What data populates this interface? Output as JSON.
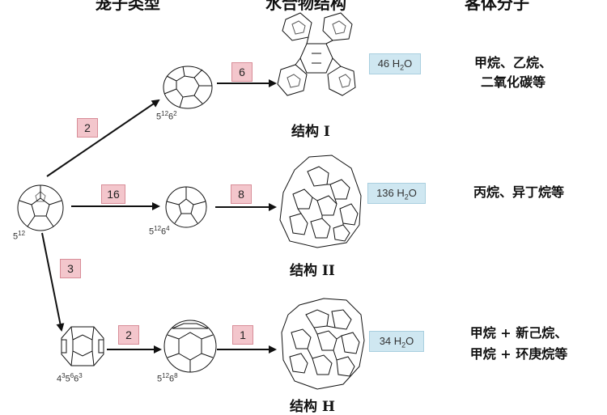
{
  "headers": {
    "cage_type": "笼子类型",
    "hydrate_structure": "水合物结构",
    "guest_molecule": "客体分子"
  },
  "cages": {
    "small": {
      "base": "5",
      "sup": "12"
    },
    "row1": {
      "base": "5",
      "sup1": "12",
      "mid": "6",
      "sup2": "2"
    },
    "row2": {
      "base": "5",
      "sup1": "12",
      "mid": "6",
      "sup2": "4"
    },
    "row3a": {
      "b1": "4",
      "s1": "3",
      "b2": "5",
      "s2": "6",
      "b3": "6",
      "s3": "3"
    },
    "row3b": {
      "base": "5",
      "sup1": "12",
      "mid": "6",
      "sup2": "8"
    }
  },
  "badges": {
    "b_2_top": "2",
    "b_16": "16",
    "b_3": "3",
    "b_6": "6",
    "b_8": "8",
    "b_2_bottom": "2",
    "b_1": "1"
  },
  "water": {
    "s1": {
      "num": "46 H",
      "sub": "2",
      "tail": "O"
    },
    "s2": {
      "num": "136 H",
      "sub": "2",
      "tail": "O"
    },
    "s3": {
      "num": "34 H",
      "sub": "2",
      "tail": "O"
    }
  },
  "structures": {
    "s1": "结构 I",
    "s2": "结构 II",
    "s3": "结构 H"
  },
  "guests": {
    "s1_line1": "甲烷、乙烷、",
    "s1_line2": "二氧化碳等",
    "s2_line1": "丙烷、异丁烷等",
    "s3_line1": "甲烷 + 新己烷、",
    "s3_line2": "甲烷 + 环庚烷等"
  }
}
